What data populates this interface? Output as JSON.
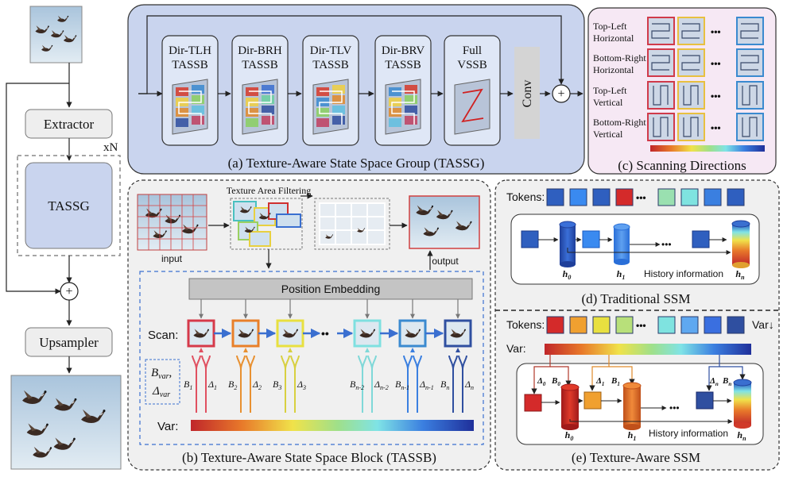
{
  "pipeline": {
    "extractor": "Extractor",
    "tassg": "TASSG",
    "repeat": "xN",
    "upsampler": "Upsampler",
    "plus": "+"
  },
  "group_a": {
    "caption": "(a) Texture-Aware State Space Group (TASSG)",
    "blocks": [
      {
        "line1": "Dir-TLH",
        "line2": "TASSB"
      },
      {
        "line1": "Dir-BRH",
        "line2": "TASSB"
      },
      {
        "line1": "Dir-TLV",
        "line2": "TASSB"
      },
      {
        "line1": "Dir-BRV",
        "line2": "TASSB"
      },
      {
        "line1": "Full",
        "line2": "VSSB"
      }
    ],
    "conv": "Conv",
    "plus": "+"
  },
  "panel_c": {
    "caption": "(c) Scanning Directions",
    "rows": [
      {
        "line1": "Top-Left",
        "line2": "Horizontal"
      },
      {
        "line1": "Bottom-Right",
        "line2": "Horizontal"
      },
      {
        "line1": "Top-Left",
        "line2": "Vertical"
      },
      {
        "line1": "Bottom-Right",
        "line2": "Vertical"
      }
    ],
    "ellipsis": "•••"
  },
  "panel_b": {
    "caption": "(b) Texture-Aware State Space Block (TASSB)",
    "texture_filter": "Texture Area Filtering",
    "input": "input",
    "output": "output",
    "position_embedding": "Position Embedding",
    "scan": "Scan:",
    "var": "Var:",
    "ellipsis": "••",
    "legend_b": "B",
    "legend_b_sub": "var",
    "legend_d": "Δ",
    "legend_d_sub": "var",
    "legend_comma": ",",
    "params": [
      {
        "b": "B",
        "bs": "1",
        "d": "Δ",
        "ds": "1"
      },
      {
        "b": "B",
        "bs": "2",
        "d": "Δ",
        "ds": "2"
      },
      {
        "b": "B",
        "bs": "3",
        "d": "Δ",
        "ds": "3"
      },
      {
        "b": "B",
        "bs": "n-2",
        "d": "Δ",
        "ds": "n-2"
      },
      {
        "b": "B",
        "bs": "n-1",
        "d": "Δ",
        "ds": "n-1"
      },
      {
        "b": "B",
        "bs": "n",
        "d": "Δ",
        "ds": "n"
      }
    ]
  },
  "panel_d": {
    "caption": "(d) Traditional SSM",
    "tokens": "Tokens:",
    "h0": "h",
    "h0s": "0",
    "h1": "h",
    "h1s": "1",
    "hn": "h",
    "hns": "n",
    "history": "History information",
    "ellipsis": "•••"
  },
  "panel_e": {
    "caption": "(e) Texture-Aware SSM",
    "tokens": "Tokens:",
    "var": "Var:",
    "var_sort": "Var↓",
    "ellipsis": "•••",
    "h0": "h",
    "h0s": "0",
    "h1": "h",
    "h1s": "1",
    "hn": "h",
    "hns": "n",
    "history": "History information",
    "d0": "Δ",
    "d0s": "0",
    "b0": "B",
    "b0s": "0",
    "d1": "Δ",
    "d1s": "1",
    "b1": "B",
    "b1s": "1",
    "dn": "Δ",
    "dns": "n",
    "bn": "B",
    "bns": "n"
  },
  "colors": {
    "group_bg": "#c9d4ee",
    "block_bg": "#dfe7f6",
    "panel_c_bg": "#f6e8f4",
    "panel_b_bg": "#f0f0f0",
    "accent_blue": "#2f5fbf",
    "token_red": "#d42a2a",
    "token_blue": "#2f6fd6"
  },
  "icons": [
    "goose-image",
    "plus-icon",
    "arrow-icon",
    "colorbar"
  ]
}
